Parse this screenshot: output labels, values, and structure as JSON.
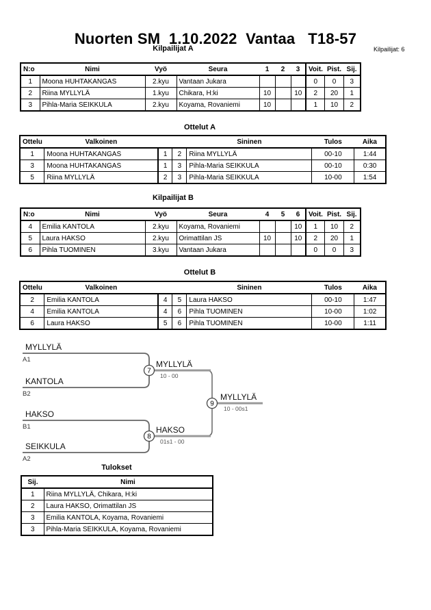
{
  "page": {
    "title": "Nuorten SM  1.10.2022  Vantaa   T18-57",
    "competitors_label": "Kilpailijat: 6"
  },
  "pool_a": {
    "title": "Kilpailijat A",
    "headers": {
      "no": "N:o",
      "name": "Nimi",
      "belt": "Vyö",
      "club": "Seura",
      "m1": "1",
      "m2": "2",
      "m3": "3",
      "wins": "Voit.",
      "points": "Pist.",
      "place": "Sij."
    },
    "rows": [
      {
        "no": "1",
        "name": "Moona HUHTAKANGAS",
        "belt": "2.kyu",
        "club": "Vantaan Jukara",
        "m1": "",
        "m2": "",
        "m3": "",
        "wins": "0",
        "points": "0",
        "place": "3"
      },
      {
        "no": "2",
        "name": "Riina MYLLYLÄ",
        "belt": "1.kyu",
        "club": "Chikara, H:ki",
        "m1": "10",
        "m2": "",
        "m3": "10",
        "wins": "2",
        "points": "20",
        "place": "1"
      },
      {
        "no": "3",
        "name": "Pihla-Maria SEIKKULA",
        "belt": "2.kyu",
        "club": "Koyama, Rovaniemi",
        "m1": "10",
        "m2": "",
        "m3": "",
        "wins": "1",
        "points": "10",
        "place": "2"
      }
    ]
  },
  "matches_a": {
    "title": "Ottelut A",
    "headers": {
      "match": "Ottelu",
      "white": "Valkoinen",
      "blue": "Sininen",
      "result": "Tulos",
      "time": "Aika"
    },
    "rows": [
      {
        "match": "1",
        "white": "Moona HUHTAKANGAS",
        "wno": "1",
        "bno": "2",
        "blue": "Riina MYLLYLÄ",
        "result": "00-10",
        "time": "1:44"
      },
      {
        "match": "3",
        "white": "Moona HUHTAKANGAS",
        "wno": "1",
        "bno": "3",
        "blue": "Pihla-Maria SEIKKULA",
        "result": "00-10",
        "time": "0:30"
      },
      {
        "match": "5",
        "white": "Riina MYLLYLÄ",
        "wno": "2",
        "bno": "3",
        "blue": "Pihla-Maria SEIKKULA",
        "result": "10-00",
        "time": "1:54"
      }
    ]
  },
  "pool_b": {
    "title": "Kilpailijat B",
    "headers": {
      "no": "N:o",
      "name": "Nimi",
      "belt": "Vyö",
      "club": "Seura",
      "m1": "4",
      "m2": "5",
      "m3": "6",
      "wins": "Voit.",
      "points": "Pist.",
      "place": "Sij."
    },
    "rows": [
      {
        "no": "4",
        "name": "Emilia KANTOLA",
        "belt": "2.kyu",
        "club": "Koyama, Rovaniemi",
        "m1": "",
        "m2": "",
        "m3": "10",
        "wins": "1",
        "points": "10",
        "place": "2"
      },
      {
        "no": "5",
        "name": "Laura HAKSO",
        "belt": "2.kyu",
        "club": "Orimattilan JS",
        "m1": "10",
        "m2": "",
        "m3": "10",
        "wins": "2",
        "points": "20",
        "place": "1"
      },
      {
        "no": "6",
        "name": "Pihla TUOMINEN",
        "belt": "3.kyu",
        "club": "Vantaan Jukara",
        "m1": "",
        "m2": "",
        "m3": "",
        "wins": "0",
        "points": "0",
        "place": "3"
      }
    ]
  },
  "matches_b": {
    "title": "Ottelut B",
    "headers": {
      "match": "Ottelu",
      "white": "Valkoinen",
      "blue": "Sininen",
      "result": "Tulos",
      "time": "Aika"
    },
    "rows": [
      {
        "match": "2",
        "white": "Emilia KANTOLA",
        "wno": "4",
        "bno": "5",
        "blue": "Laura HAKSO",
        "result": "00-10",
        "time": "1:47"
      },
      {
        "match": "4",
        "white": "Emilia KANTOLA",
        "wno": "4",
        "bno": "6",
        "blue": "Pihla TUOMINEN",
        "result": "10-00",
        "time": "1:02"
      },
      {
        "match": "6",
        "white": "Laura HAKSO",
        "wno": "5",
        "bno": "6",
        "blue": "Pihla TUOMINEN",
        "result": "10-00",
        "time": "1:11"
      }
    ]
  },
  "bracket": {
    "entries": [
      {
        "name": "MYLLYLÄ",
        "seed": "A1"
      },
      {
        "name": "KANTOLA",
        "seed": "B2"
      },
      {
        "name": "HAKSO",
        "seed": "B1"
      },
      {
        "name": "SEIKKULA",
        "seed": "A2"
      }
    ],
    "semifinal1": {
      "number": "7",
      "winner": "MYLLYLÄ",
      "score": "10 - 00"
    },
    "semifinal2": {
      "number": "8",
      "winner": "HAKSO",
      "score": "01s1 - 00"
    },
    "final": {
      "number": "9",
      "winner": "MYLLYLÄ",
      "score": "10 - 00s1"
    }
  },
  "results": {
    "title": "Tulokset",
    "headers": {
      "place": "Sij.",
      "name": "Nimi"
    },
    "rows": [
      {
        "place": "1",
        "name": "Riina MYLLYLÄ, Chikara, H:ki"
      },
      {
        "place": "2",
        "name": "Laura HAKSO, Orimattilan JS"
      },
      {
        "place": "3",
        "name": "Emilia KANTOLA, Koyama, Rovaniemi"
      },
      {
        "place": "3",
        "name": "Pihla-Maria SEIKKULA, Koyama, Rovaniemi"
      }
    ]
  }
}
